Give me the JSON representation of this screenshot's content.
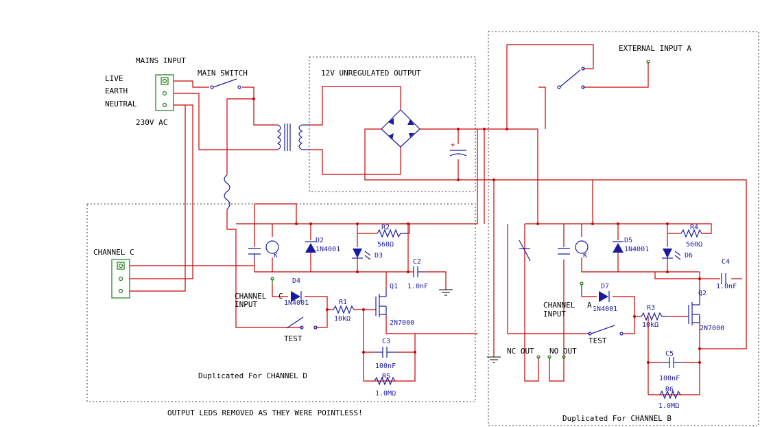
{
  "labels": {
    "mains_input": "MAINS INPUT",
    "live": "LIVE",
    "earth": "EARTH",
    "neutral": "NEUTRAL",
    "main_switch": "MAIN SWITCH",
    "ac_voltage": "230V AC",
    "unregulated_output": "12V UNREGULATED OUTPUT",
    "external_input_a": "EXTERNAL INPUT A",
    "channel_c": "CHANNEL C",
    "channel_c_input_1": "CHANNEL",
    "channel_c_input_2": "INPUT",
    "channel_c_letter": "C",
    "channel_a_input_1": "CHANNEL",
    "channel_a_letter": "A",
    "channel_a_input_2": "INPUT",
    "test_left": "TEST",
    "test_right": "TEST",
    "nc_out": "NC OUT",
    "no_out": "NO OUT",
    "duplicated_d": "Duplicated For CHANNEL D",
    "duplicated_b": "Duplicated For CHANNEL B",
    "footer_note": "OUTPUT LEDS REMOVED AS THEY WERE POINTLESS!"
  },
  "components": {
    "left": {
      "d2": "D2",
      "d2_part": "1N4001",
      "r2": "R2",
      "r2_value": "560Ω",
      "d3": "D3",
      "c2": "C2",
      "c2_value": "1.0nF",
      "d4": "D4",
      "d4_part": "1N4001",
      "q1": "Q1",
      "q1_part": "2N7000",
      "r1": "R1",
      "r1_value": "10kΩ",
      "c3": "C3",
      "c3_value": "100nF",
      "r5": "R5",
      "r5_value": "1.0MΩ",
      "relay_k": "K"
    },
    "right": {
      "d5": "D5",
      "d5_part": "1N4001",
      "r4": "R4",
      "r4_value": "560Ω",
      "d6": "D6",
      "c4": "C4",
      "c4_value": "1.0nF",
      "d7": "D7",
      "d7_part": "1N4001",
      "q2": "Q2",
      "q2_part": "2N7000",
      "r3": "R3",
      "r3_value": "10kΩ",
      "c5": "C5",
      "c5_value": "100nF",
      "r6": "R6",
      "r6_value": "1.0MΩ",
      "relay_k": "K"
    },
    "cap_plus": "+"
  },
  "colors": {
    "wire": "#cc0000",
    "component": "#1a1aa0",
    "connector": "#1a7a1a",
    "frame": "#000000"
  }
}
